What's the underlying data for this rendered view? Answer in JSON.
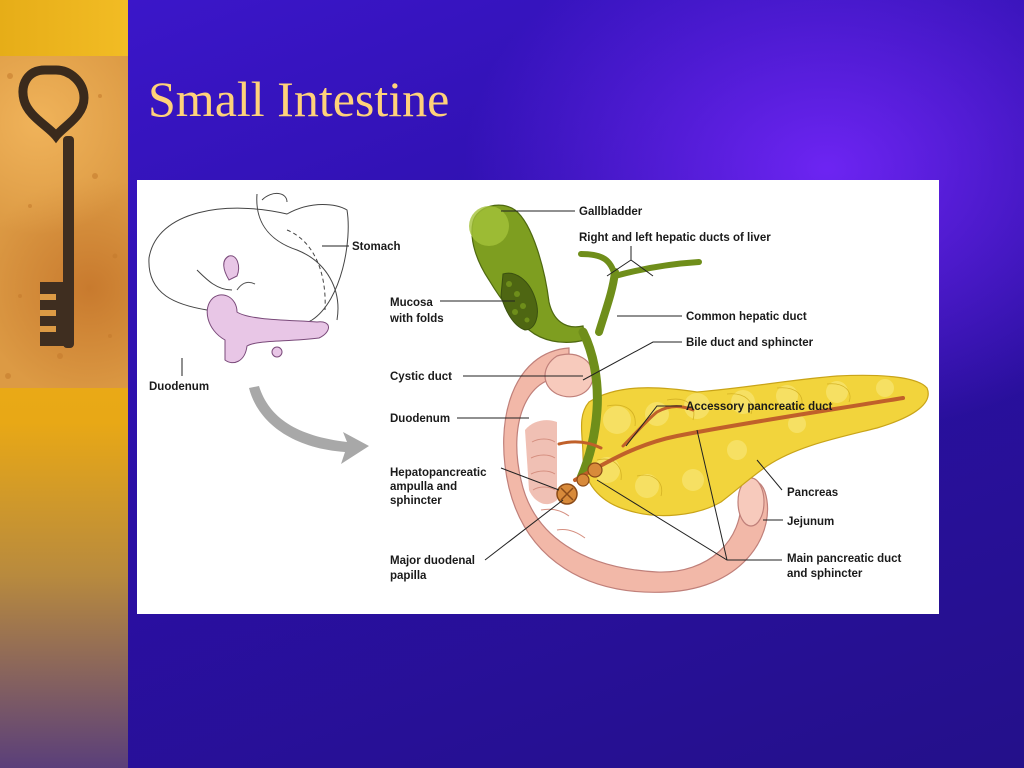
{
  "slide": {
    "title": "Small Intestine"
  },
  "diagram": {
    "inset_labels": {
      "stomach": "Stomach",
      "duodenum": "Duodenum"
    },
    "labels": {
      "gallbladder": "Gallbladder",
      "hepatic_ducts": "Right and left hepatic ducts of liver",
      "mucosa_line1": "Mucosa",
      "mucosa_line2": "with folds",
      "common_hepatic": "Common hepatic duct",
      "bile_duct": "Bile duct and sphincter",
      "cystic_duct": "Cystic duct",
      "accessory_duct": "Accessory pancreatic duct",
      "duodenum": "Duodenum",
      "hepato_line1": "Hepatopancreatic",
      "hepato_line2": "ampulla and",
      "hepato_line3": "sphincter",
      "pancreas": "Pancreas",
      "jejunum": "Jejunum",
      "major_line1": "Major duodenal",
      "major_line2": "papilla",
      "main_duct_line1": "Main pancreatic duct",
      "main_duct_line2": "and sphincter"
    }
  },
  "colors": {
    "title": "#ffd27a",
    "slide_bg": "#2b0fa6",
    "left_bar": "#f5b81e",
    "gallbladder": "#7a9a1e",
    "pancreas": "#f2d43c",
    "duodenum": "#f0b4a8",
    "duct": "#c0602a"
  },
  "icons": {
    "decoration": "antique-key-photo",
    "pointer": "curved-arrow"
  }
}
